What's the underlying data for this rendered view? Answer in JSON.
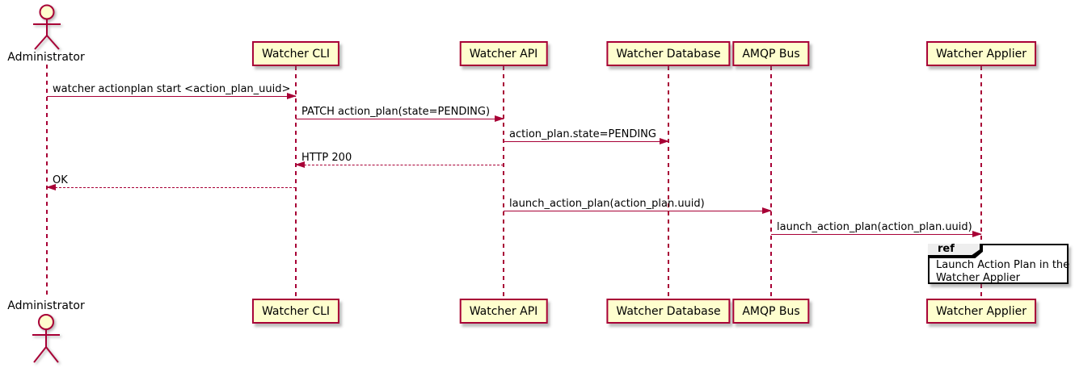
{
  "diagram": {
    "type": "sequence",
    "colors": {
      "line": "#A80036",
      "participant_fill": "#FEFECE",
      "participant_border": "#A80036",
      "text": "#000000",
      "ref_tab_fill": "#EEEEEE",
      "ref_border": "#000000",
      "background": "#FFFFFF"
    }
  },
  "actor": {
    "name": "Administrator"
  },
  "participants": [
    {
      "label": "Watcher CLI"
    },
    {
      "label": "Watcher API"
    },
    {
      "label": "Watcher Database"
    },
    {
      "label": "AMQP Bus"
    },
    {
      "label": "Watcher Applier"
    }
  ],
  "messages": [
    {
      "from": "Administrator",
      "to": "Watcher CLI",
      "style": "solid",
      "label": "watcher actionplan start <action_plan_uuid>"
    },
    {
      "from": "Watcher CLI",
      "to": "Watcher API",
      "style": "solid",
      "label": "PATCH action_plan(state=PENDING)"
    },
    {
      "from": "Watcher API",
      "to": "Watcher Database",
      "style": "solid",
      "label": "action_plan.state=PENDING"
    },
    {
      "from": "Watcher API",
      "to": "Watcher CLI",
      "style": "dashed",
      "label": "HTTP 200"
    },
    {
      "from": "Watcher CLI",
      "to": "Administrator",
      "style": "dashed",
      "label": "OK"
    },
    {
      "from": "Watcher API",
      "to": "AMQP Bus",
      "style": "solid",
      "label": "launch_action_plan(action_plan.uuid)"
    },
    {
      "from": "AMQP Bus",
      "to": "Watcher Applier",
      "style": "solid",
      "label": "launch_action_plan(action_plan.uuid)"
    }
  ],
  "ref": {
    "keyword": "ref",
    "line1": "Launch Action Plan in the",
    "line2": "Watcher Applier"
  }
}
